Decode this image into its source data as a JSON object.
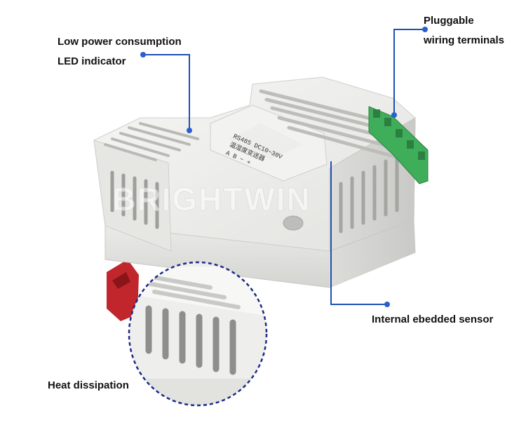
{
  "callouts": {
    "low_power_line1": "Low power consumption",
    "low_power_line2": "LED indicator",
    "pluggable_line1": "Pluggable",
    "pluggable_line2": "wiring terminals",
    "internal_sensor": "Internal ebedded sensor",
    "heat_dissipation": "Heat dissipation"
  },
  "watermark": "BRIGHTWIN",
  "device_label": {
    "line1": "RS485 DC10~30V",
    "line2": "温湿度变送器",
    "pins": "A B − +"
  },
  "colors": {
    "callout_line": "#1f4fb5",
    "callout_dot": "#2a5fd0",
    "zoom_circle": "#1d2a8a",
    "housing": "#efefed",
    "terminal_block": "#3fae5a",
    "din_clip": "#c0262c"
  },
  "icons": {
    "callout_marker": "dot-icon"
  }
}
